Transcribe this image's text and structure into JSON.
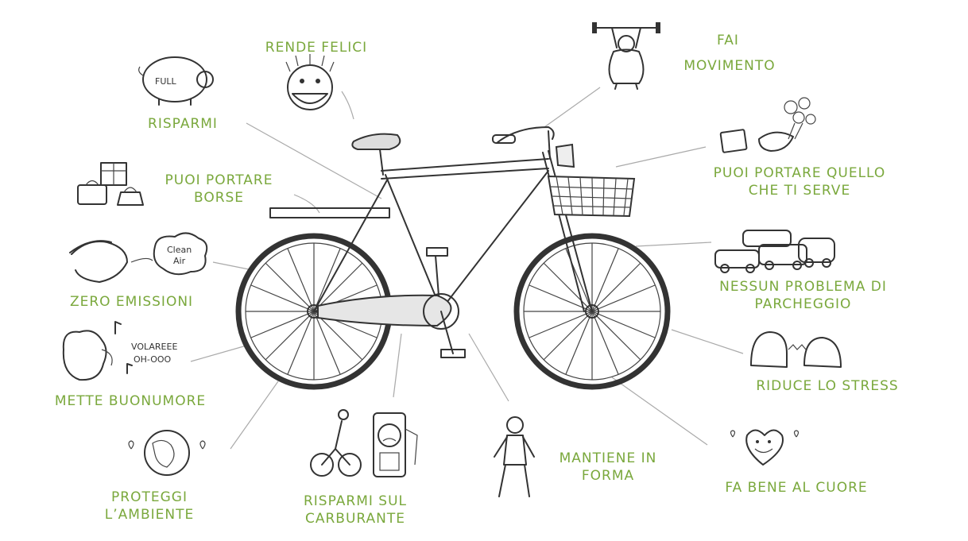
{
  "labels": {
    "rende_felici": [
      "RENDE FELICI"
    ],
    "risparmi": [
      "RISPARMI"
    ],
    "puoi_portare_borse": [
      "PUOI PORTARE",
      "BORSE"
    ],
    "zero_emissioni": [
      "ZERO EMISSIONI"
    ],
    "mette_buonumore": [
      "METTE BUONUMORE"
    ],
    "proteggi_ambiente": [
      "PROTEGGI",
      "L’AMBIENTE"
    ],
    "risparmi_carburante": [
      "RISPARMI SUL",
      "CARBURANTE"
    ],
    "mantiene_in_forma": [
      "MANTIENE IN",
      "FORMA"
    ],
    "fa_bene_al_cuore": [
      "FA BENE AL CUORE"
    ],
    "riduce_lo_stress": [
      "RIDUCE LO STRESS"
    ],
    "nessun_problema_parcheggio": [
      "NESSUN PROBLEMA DI",
      "PARCHEGGIO"
    ],
    "puoi_portare_quello": [
      "PUOI PORTARE QUELLO",
      "CHE TI SERVE"
    ],
    "fai_movimento": [
      "FAI",
      "MOVIMENTO"
    ]
  },
  "sketch_text": {
    "piggy_bank": "FULL",
    "clean_air_line1": "Clean",
    "clean_air_line2": "Air",
    "song_line1": "VOLAREEE",
    "song_line2": "OH-OOO"
  },
  "colors": {
    "label_green": "#7aa83c",
    "ink": "#333333",
    "leader": "#aaaaaa"
  }
}
